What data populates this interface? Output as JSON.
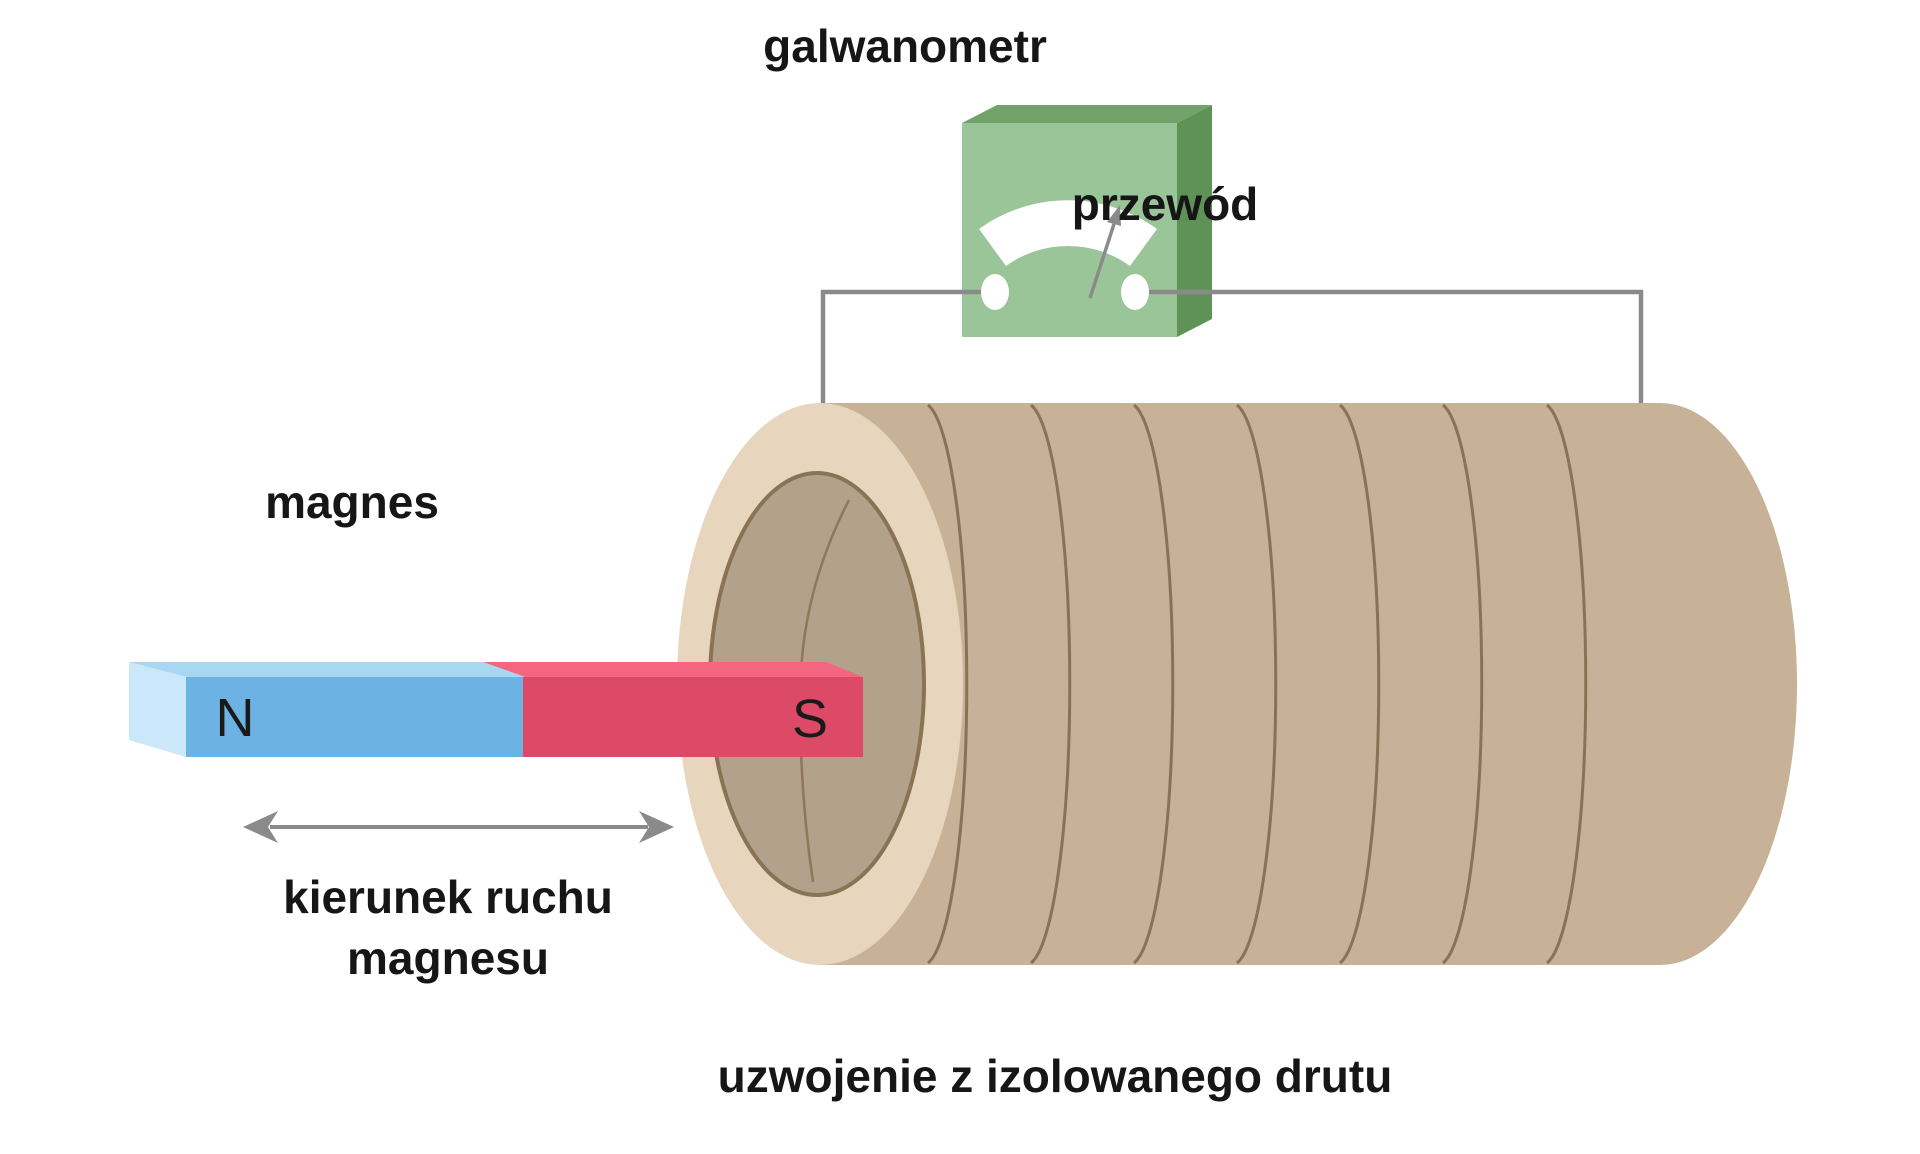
{
  "diagram": {
    "title_context": "electromagnetic induction diagram",
    "labels": {
      "galvanometer": "galwanometr",
      "wire": "przewód",
      "magnet": "magnes",
      "direction_line1": "kierunek ruchu",
      "direction_line2": "magnesu",
      "coil": "uzwojenie z izolowanego drutu"
    },
    "magnet_poles": {
      "north": "N",
      "south": "S"
    },
    "colors": {
      "galvanometer_face": "#9ac598",
      "galvanometer_top": "#72a36a",
      "galvanometer_side": "#5f9257",
      "dial": "#ffffff",
      "terminal": "#ffffff",
      "needle": "#8a8a8a",
      "wire": "#8a8a8a",
      "coil_body": "#c7b197",
      "coil_face": "#e8d5bd",
      "coil_bore": "#b3a18b",
      "coil_outline": "#8a7254",
      "magnet_north": "#6cb2e2",
      "magnet_north_top": "#a8d7f2",
      "magnet_north_end": "#cae8fa",
      "magnet_south": "#dd4a67",
      "magnet_south_top": "#f4657f",
      "arrow": "#8a8a8a",
      "text": "#161616"
    }
  }
}
